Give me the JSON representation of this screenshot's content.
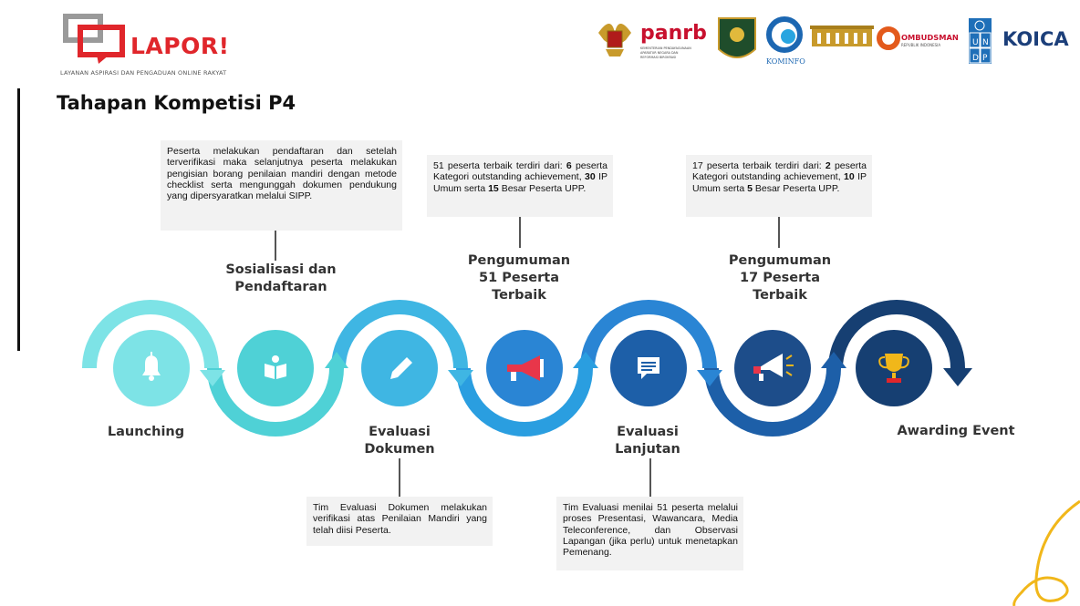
{
  "header": {
    "brand": "LAPOR!",
    "tagline": "LAYANAN ASPIRASI DAN PENGADUAN ONLINE RAKYAT",
    "partners": {
      "panrb": "panrb",
      "panrb_sub": "KEMENTERIAN PENDAYAGUNAAN APARATUR NEGARA DAN REFORMASI BIROKRASI",
      "kominfo": "KOMINFO",
      "ombudsman": "OMBUDSMAN",
      "ombudsman_sub": "REPUBLIK INDONESIA",
      "undp": [
        "U",
        "N",
        "D",
        "P"
      ],
      "koica": "KOICA"
    }
  },
  "title": "Tahapan Kompetisi P4",
  "colors": {
    "teal_light": "#7de3e6",
    "teal": "#4fd1d6",
    "sky": "#3fb6e3",
    "blue": "#2a85d4",
    "navy": "#1d5fa8",
    "dark_navy": "#163f72",
    "deco": "#f1b71a"
  },
  "stages": [
    {
      "label": "Launching",
      "icon": "bell-icon"
    },
    {
      "label": "Sosialisasi dan Pendaftaran",
      "line1": "Sosialisasi dan",
      "line2": "Pendaftaran",
      "icon": "book-icon"
    },
    {
      "label": "Evaluasi Dokumen",
      "line1": "Evaluasi",
      "line2": "Dokumen",
      "icon": "pencil-icon"
    },
    {
      "label": "Pengumuman 51 Peserta Terbaik",
      "line1": "Pengumuman",
      "line2": "51 Peserta",
      "line3": "Terbaik",
      "icon": "megaphone-icon"
    },
    {
      "label": "Evaluasi Lanjutan",
      "line1": "Evaluasi",
      "line2": "Lanjutan",
      "icon": "chat-icon"
    },
    {
      "label": "Pengumuman 17 Peserta Terbaik",
      "line1": "Pengumuman",
      "line2": "17 Peserta",
      "line3": "Terbaik",
      "icon": "megaphone-icon"
    },
    {
      "label": "Awarding Event",
      "icon": "trophy-icon"
    }
  ],
  "notes": {
    "pendaftaran": "Peserta melakukan pendaftaran dan setelah terverifikasi maka selanjutnya peserta melakukan pengisian borang penilaian mandiri dengan metode checklist serta mengunggah dokumen pendukung yang dipersyaratkan melalui SIPP.",
    "p51": {
      "a": "51 peserta terbaik terdiri dari: ",
      "n1": "6",
      "b": " peserta Kategori outstanding achievement, ",
      "n2": "30",
      "c": " IP Umum serta ",
      "n3": "15",
      "d": " Besar Peserta UPP."
    },
    "p17": {
      "a": "17 peserta terbaik terdiri dari: ",
      "n1": "2",
      "b": " peserta Kategori outstanding achievement, ",
      "n2": "10",
      "c": " IP Umum serta ",
      "n3": "5",
      "d": " Besar Peserta UPP."
    },
    "evaluasi_dokumen": "Tim Evaluasi Dokumen melakukan verifikasi atas Penilaian Mandiri yang telah diisi Peserta.",
    "evaluasi_lanjutan": "Tim Evaluasi menilai 51 peserta melalui proses Presentasi, Wawancara, Media Teleconference, dan Observasi Lapangan (jika perlu) untuk menetapkan Pemenang."
  }
}
